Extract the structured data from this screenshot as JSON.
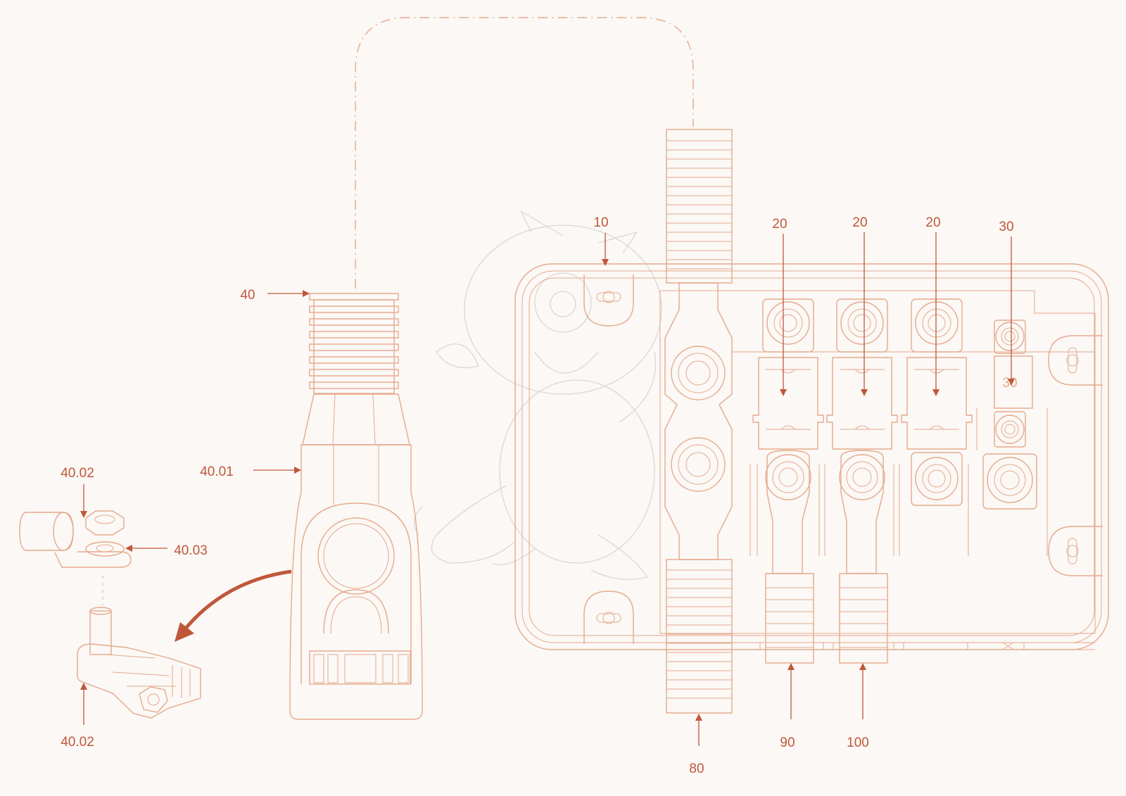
{
  "colors": {
    "background": "#fbf8f5",
    "line": "#e6a98d",
    "label": "#c0573a",
    "sketch": "#d9d4cf"
  },
  "labels": {
    "l10": "10",
    "l20a": "20",
    "l20b": "20",
    "l20c": "20",
    "l30": "30",
    "l30_inner": "30",
    "l40": "40",
    "l40_01": "40.01",
    "l40_02_top": "40.02",
    "l40_03": "40.03",
    "l40_02_bottom": "40.02",
    "l80": "80",
    "l90": "90",
    "l100": "100"
  },
  "icons": {
    "background_sketch": "dragon-sketch-icon",
    "callout_arrow": "curved-arrow-icon"
  }
}
